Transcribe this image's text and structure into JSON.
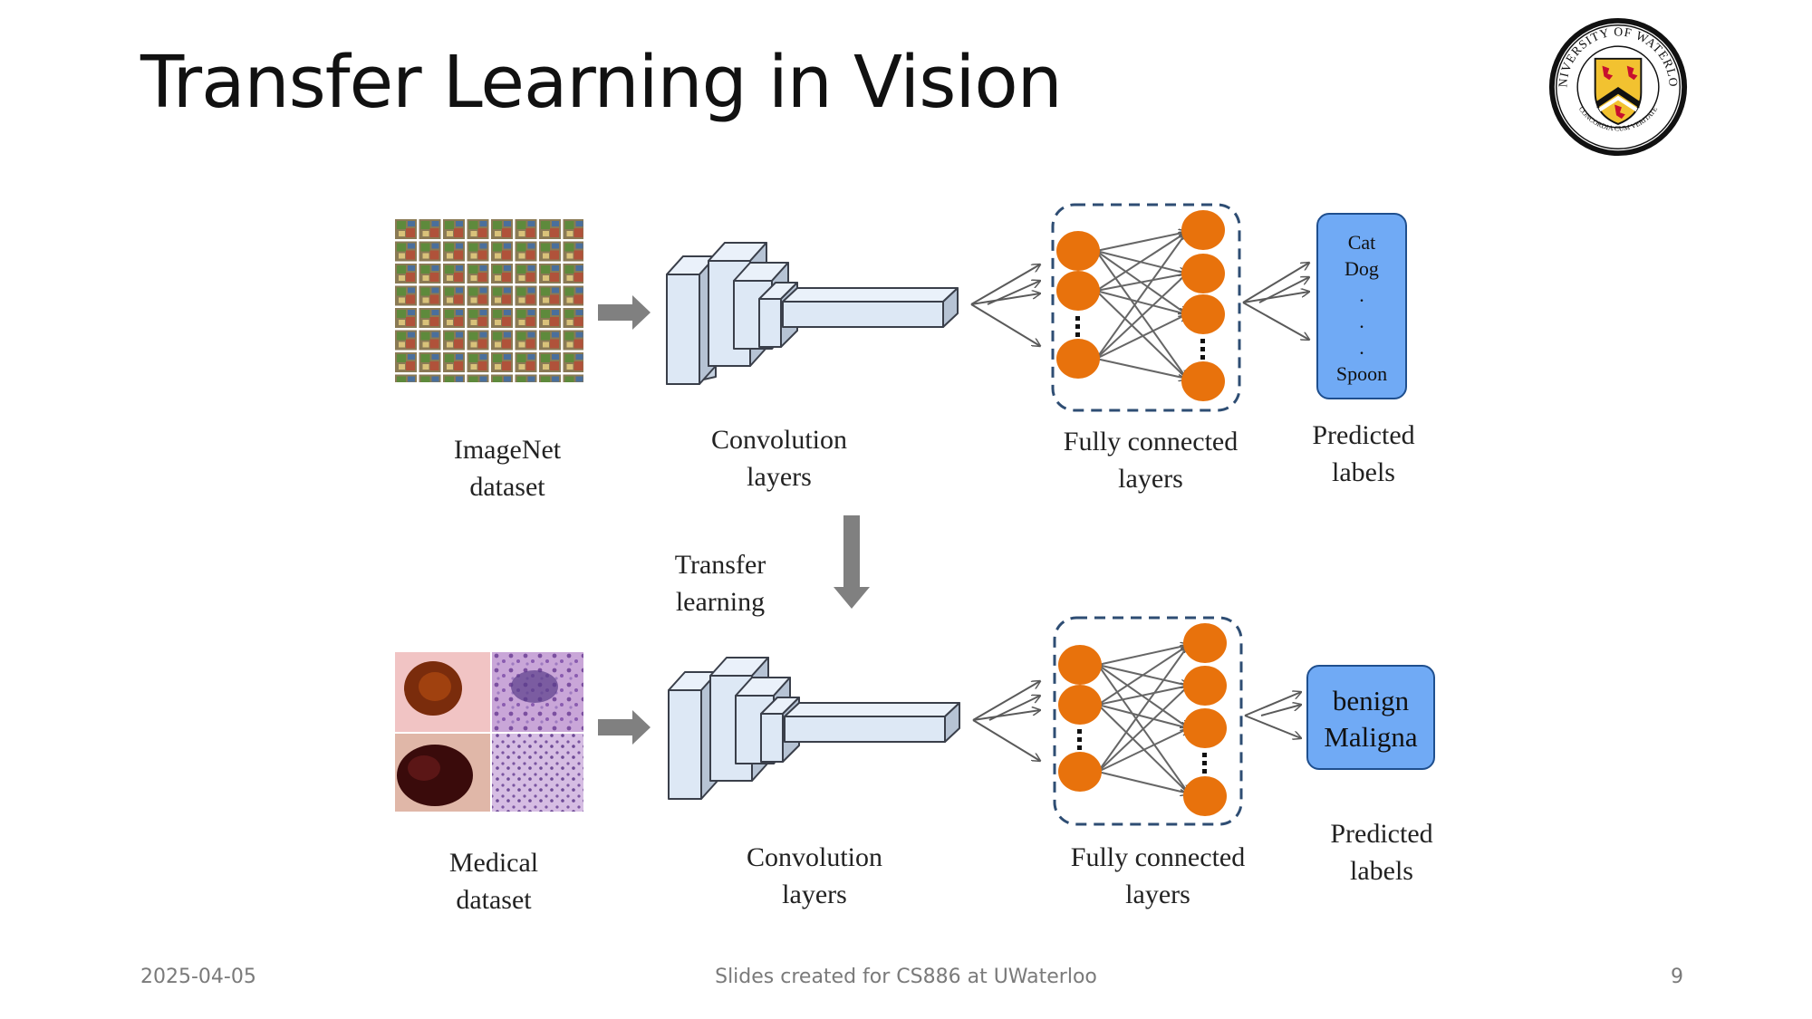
{
  "slide": {
    "title": "Transfer Learning in Vision",
    "footer_date": "2025-04-05",
    "footer_center": "Slides created for CS886 at UWaterloo",
    "page_number": "9"
  },
  "logo": {
    "name": "university-of-waterloo-seal",
    "text_top": "UNIVERSITY OF WATERLOO",
    "text_bottom": "CONCORDIA CUM VERITATE"
  },
  "top_row": {
    "dataset_label": [
      "ImageNet",
      "dataset"
    ],
    "conv_label": [
      "Convolution",
      "layers"
    ],
    "fc_label": [
      "Fully connected",
      "layers"
    ],
    "pred_label": [
      "Predicted",
      "labels"
    ],
    "output_labels": [
      "Cat",
      "Dog",
      ".",
      ".",
      ".",
      "Spoon"
    ]
  },
  "transfer": {
    "label": [
      "Transfer",
      "learning"
    ]
  },
  "bottom_row": {
    "dataset_label": [
      "Medical",
      "dataset"
    ],
    "conv_label": [
      "Convolution",
      "layers"
    ],
    "fc_label": [
      "Fully connected",
      "layers"
    ],
    "pred_label": [
      "Predicted",
      "labels"
    ],
    "output_labels": [
      "benign",
      "Maligna"
    ]
  },
  "colors": {
    "node": "#e8720c",
    "layer_face": "#dde8f5",
    "layer_outline": "#3a3f4a",
    "dashed_border": "#2e4d73",
    "label_box": "#70aaf5",
    "arrow": "#808080"
  }
}
